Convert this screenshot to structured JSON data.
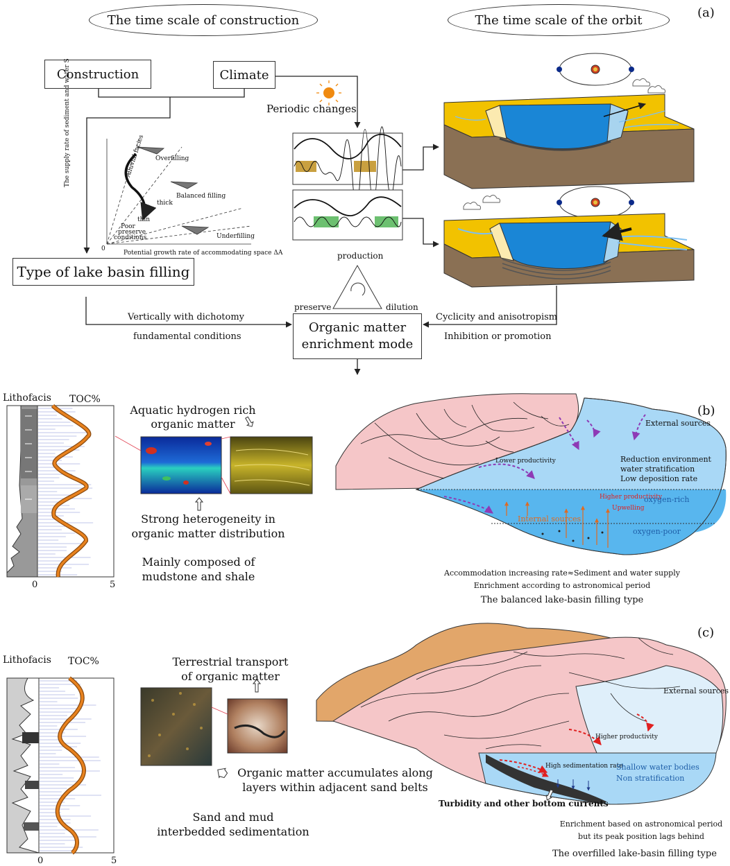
{
  "panel_a": {
    "letter": "(a)",
    "ellipse_left": "The time scale of construction",
    "ellipse_right": "The time scale of the orbit",
    "construction": "Construction",
    "climate": "Climate",
    "periodic_changes": "Periodic changes",
    "lake_filling_type": "Type of  lake basin filling",
    "chart": {
      "y_axis": "The supply rate of sediment and water S",
      "x_axis": "Potential growth rate of accommodating space  ΔA",
      "origin": "0",
      "alluvial": "Alluvial facies",
      "overfilling": "Overfilling",
      "balanced": "Balanced filling",
      "underfilling": "Underfilling",
      "thick": "thick",
      "thin": "thin",
      "poor": "Poor",
      "preserve": "preserve",
      "conditions": "conditions"
    },
    "triangle": {
      "production": "production",
      "preserve": "preserve",
      "dilution": "dilution"
    },
    "om_mode_line1": "Organic matter",
    "om_mode_line2": "enrichment mode",
    "vertical": "Vertically with dichotomy",
    "fundamental": "fundamental conditions",
    "cyclicity": "Cyclicity and anisotropism",
    "inhibition": "Inhibition or promotion"
  },
  "panel_b": {
    "letter": "(b)",
    "lithofacis": "Lithofacis",
    "toc": "TOC%",
    "axis_0": "0",
    "axis_5": "5",
    "aquatic_1": "Aquatic hydrogen rich",
    "aquatic_2": "organic matter",
    "hetero_1": "Strong heterogeneity in",
    "hetero_2": "organic matter distribution",
    "mainly_1": "Mainly composed of",
    "mainly_2": "mudstone and shale",
    "external": "External sources",
    "lower_prod": "Lower productivity",
    "reduction": "Reduction environment",
    "stratification": "water stratification",
    "low_dep": "Low deposition rate",
    "higher_prod": "Higher productivity",
    "oxygen_rich": "oxygen-rich",
    "upwelling": "Upwelling",
    "internal": "Internal sources",
    "oxygen_poor": "oxygen-poor",
    "caption_1": "Accommodation  increasing rate≈Sediment and water supply",
    "caption_2": "Enrichment according to astronomical period",
    "caption_3": "The balanced lake-basin filling type"
  },
  "panel_c": {
    "letter": "(c)",
    "lithofacis": "Lithofacis",
    "toc": "TOC%",
    "axis_0": "0",
    "axis_5": "5",
    "terrestrial_1": "Terrestrial transport",
    "terrestrial_2": "of organic matter",
    "accum_1": "Organic matter accumulates along",
    "accum_2": "layers within adjacent sand belts",
    "sand_1": "Sand and mud",
    "sand_2": "interbedded sedimentation",
    "external": "External sources",
    "higher_prod": "Higher productivity",
    "high_sed": "High sedimentation rate",
    "shallow": "Shallow water bodies",
    "non_strat": "Non stratification",
    "turbidity": "Turbidity and other bottom currents",
    "caption_1": "Enrichment based on astronomical period",
    "caption_2": "but its peak position lags behind",
    "caption_3": "The overfilled lake-basin filling type"
  },
  "colors": {
    "water": "#1a86d6",
    "sand": "#f2c200",
    "toc_curve": "#e8821e",
    "pink": "#f5c6c8",
    "lake_light": "#8fcaf0",
    "arrow_purple": "#8e3ab5",
    "arrow_red": "#e02020"
  }
}
